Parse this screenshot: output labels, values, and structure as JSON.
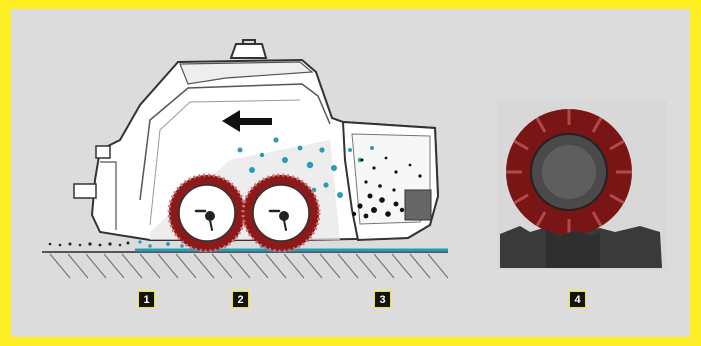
{
  "labels": [
    {
      "id": "1",
      "text": "1"
    },
    {
      "id": "2",
      "text": "2"
    },
    {
      "id": "3",
      "text": "3"
    },
    {
      "id": "4",
      "text": "4"
    }
  ],
  "colors": {
    "border": "#fcee21",
    "background": "#dcdcdc",
    "brush": "#8b1a1a",
    "water": "#2a9bb5",
    "body": "#ffffff",
    "outline": "#333333"
  }
}
